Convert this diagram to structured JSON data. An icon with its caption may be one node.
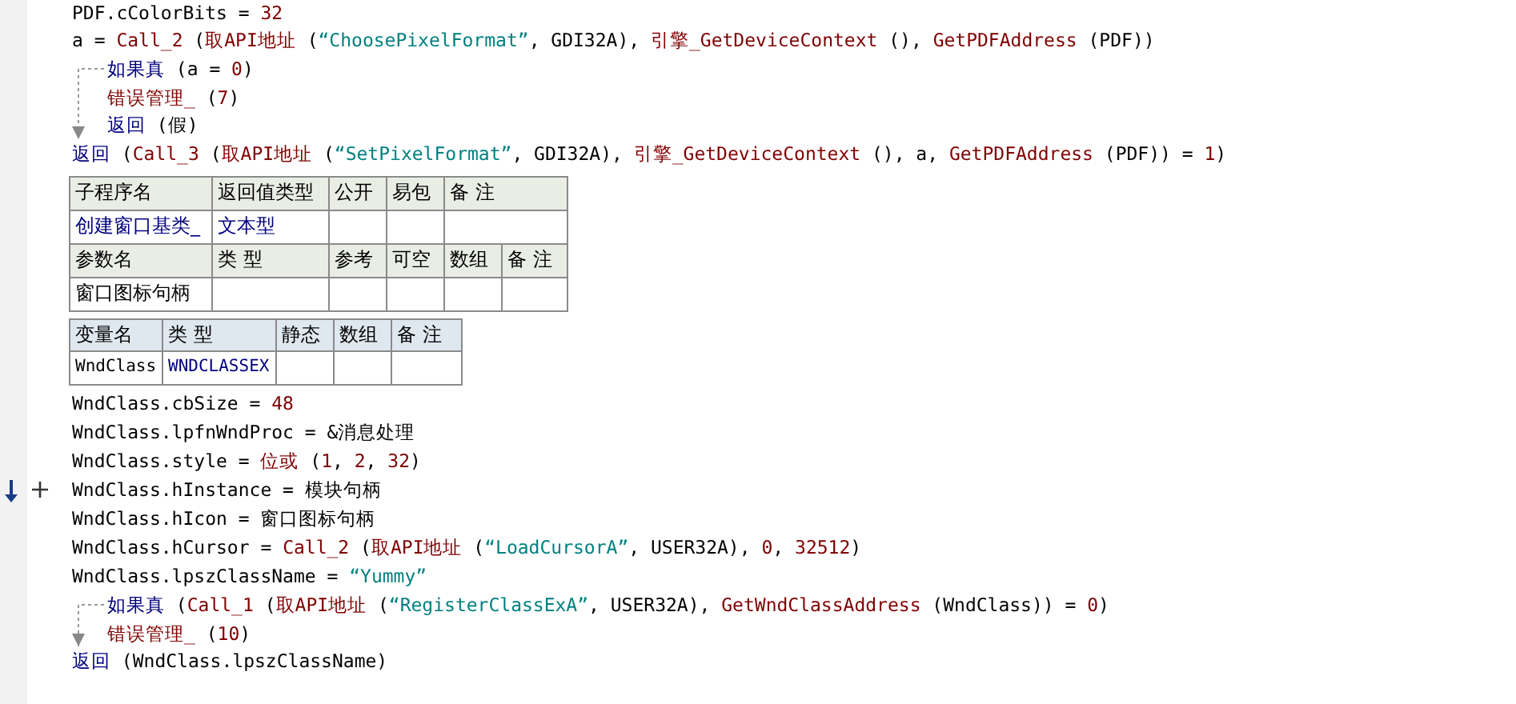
{
  "diagram": {
    "nodes": [
      {
        "text": [
          "如果真 (a = 0)"
        ]
      },
      {
        "text": [
          "返回 (Call_3 (取API地址 (“SetPixelFormat”, GDI32A), 引擎_GetDeviceContext (), a, GetPDFAddress (PDF)) = 1)"
        ]
      },
      {
        "text": [
          "如果真 (Call_1 (取API地址 (“RegisterClassExA”, USER32A), GetWndClassAddress (WndClass)) = 0)"
        ]
      },
      {
        "text": [
          "返回 (WndClass.lpszClassName)"
        ]
      }
    ],
    "edges": [
      {
        "from": 0,
        "to": 1,
        "arrow": "to",
        "style": "dashed"
      },
      {
        "from": 2,
        "to": 3,
        "arrow": "to",
        "style": "dashed"
      }
    ],
    "labels": [
      "PDF.cColorBits = 32",
      "a = Call_2 (取API地址 (“ChoosePixelFormat”, GDI32A), 引擎_GetDeviceContext (), GetPDFAddress (PDF))",
      "错误管理_ (7)",
      "返回 (假)",
      "子程序名",
      "返回值类型",
      "公开",
      "易包",
      "备 注",
      "创建窗口基类_",
      "文本型",
      "参数名",
      "类 型",
      "参考",
      "可空",
      "数组",
      "备 注",
      "窗口图标句柄",
      "变量名",
      "类 型",
      "静态",
      "数组",
      "备 注",
      "WndClass",
      "WNDCLASSEX",
      "WndClass.cbSize = 48",
      "WndClass.lpfnWndProc = &消息处理",
      "WndClass.style = 位或 (1, 2, 32)",
      "WndClass.hInstance = 模块句柄",
      "WndClass.hIcon = 窗口图标句柄",
      "WndClass.hCursor = Call_2 (取API地址 (“LoadCursorA”, USER32A), 0, 32512)",
      "WndClass.lpszClassName = “Yummy”",
      "错误管理_ (10)"
    ]
  }
}
